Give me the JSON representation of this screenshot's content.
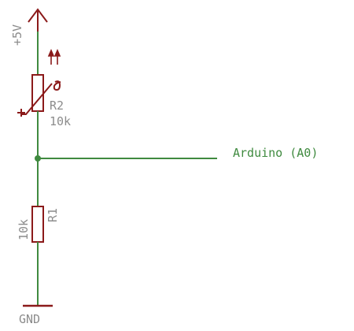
{
  "supply": {
    "label": "+5V"
  },
  "ground": {
    "label": "GND"
  },
  "r2": {
    "name": "R2",
    "value": "10k"
  },
  "r1": {
    "name": "R1",
    "value": "10k"
  },
  "output": {
    "label": "Arduino (A0)"
  },
  "colors": {
    "wire": "#3f8a3f",
    "component": "#8b1a1a",
    "text": "#8c8c8c"
  }
}
